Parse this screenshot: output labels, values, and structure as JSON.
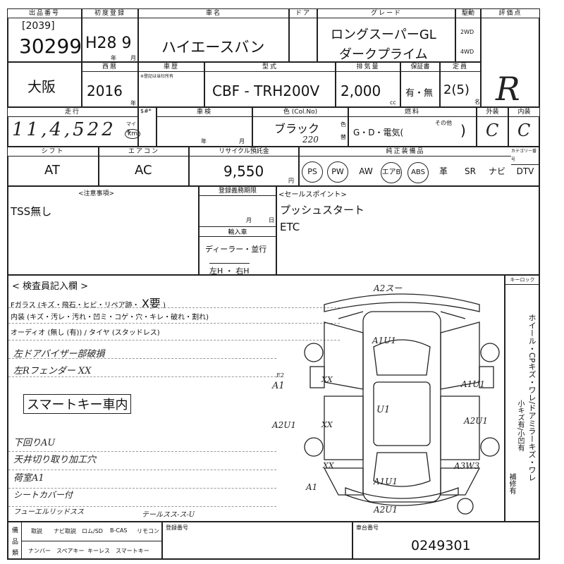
{
  "header": {
    "lot_label": "出品番号",
    "lot_sub": "[2039]",
    "lot_number": "30299",
    "first_reg_label": "初度登録",
    "first_reg": "H28 9",
    "year_unit": "年",
    "month_unit": "月",
    "model_name_label": "車名",
    "model_name": "ハイエースバン",
    "door_label": "ドア",
    "grade_label": "グレード",
    "grade_line1": "ロングスーパーGL",
    "grade_line2": "ダークプライム",
    "drive_label": "駆動",
    "drive_2wd": "2WD",
    "drive_4wd": "4WD",
    "score_label": "評価点",
    "score_value": "R"
  },
  "row2": {
    "region": "大阪",
    "western_label": "西暦",
    "western_year": "2016",
    "year_unit": "年",
    "history_label": "車歴",
    "history_note": "※登記は当社所有",
    "type_label": "型式",
    "type_value": "CBF - TRH200V",
    "displacement_label": "排気量",
    "displacement_value": "2,000",
    "cc": "cc",
    "warranty_label": "保証書",
    "warranty_value": "有・無",
    "capacity_label": "定員",
    "capacity_value": "2(5)",
    "capacity_unit": "名"
  },
  "row3": {
    "mileage_label": "走行",
    "mileage_value": "11,4,522",
    "mileage_unit": "km",
    "mile_unit": "マイル",
    "meter_label": "$#*",
    "inspection_label": "車検",
    "year_unit": "年",
    "month_unit": "月",
    "color_label": "色 (Col.No)",
    "color_value": "ブラック",
    "color_code": "220",
    "color_change_1": "色",
    "color_change_2": "替",
    "fuel_label": "燃料",
    "fuel_options": "G・D・電気(",
    "fuel_other_label": "その他",
    "fuel_close": ")",
    "exterior_label": "外装",
    "exterior_value": "C",
    "interior_label": "内装",
    "interior_value": "C"
  },
  "row4": {
    "shift_label": "シフト",
    "shift_value": "AT",
    "ac_label": "エアコン",
    "ac_value": "AC",
    "recycle_label": "リサイクル預託金",
    "recycle_value": "9,550",
    "recycle_unit": "円",
    "equipment_label": "純正装備品",
    "cat_label": "カテゴリー番号",
    "equipment": [
      "PS",
      "PW",
      "AW",
      "エアB",
      "ABS",
      "革",
      "SR",
      "ナビ",
      "DTV"
    ]
  },
  "notes": {
    "caution_label": "<注意事項>",
    "caution_value": "TSS無し",
    "reg_label": "登録義務期限",
    "month_unit": "月",
    "day_unit": "日",
    "import_label": "輸入車",
    "dealer": "ディーラー・並行",
    "handle": "左H ・ 右H",
    "sales_label": "<セールスポイント>",
    "sales_1": "プッシュスタート",
    "sales_2": "ETC"
  },
  "inspector": {
    "title": "< 検査員記入欄 >",
    "glass_line": "Fガラス (キズ・飛石・ヒビ・リペア跡・",
    "glass_mark": "X要",
    "glass_close": ")",
    "interior_line": "内装 (キズ・汚レ・汚れ・凹ミ・コゲ・穴・キレ・破れ・割れ)",
    "audio_line": "オーディオ (無し (有)) / タイヤ (スタッドレス)",
    "hw1": "左ドアバイザー部破損",
    "hw2": "左Rフェンダー XX",
    "smartkey": "スマートキー車内",
    "hw3": "下回りAU",
    "hw4": "天井切り取り加工穴",
    "hw5": "荷室A1",
    "hw6": "シートカバー付",
    "hw7": "フューエルリッドスス",
    "hw8": "テールスス-ス-U"
  },
  "diagram_marks": {
    "top": "A2スー",
    "front_roof": "A1U1",
    "left_front": "A1",
    "left_front_sup": "E2",
    "left_xx_1": "XX",
    "left_mid": "A2U1",
    "left_xx_2": "XX",
    "left_xx_3": "XX",
    "left_rear": "A1",
    "center": "U1",
    "right_front": "A1U1",
    "right_mid": "A2U1",
    "right_rear": "A3W3",
    "rear_roof": "A1U1",
    "bottom": "A2U1"
  },
  "right_column": {
    "keylock_label": "キーロック",
    "vertical_1": "ホイール・CPキズ・ワレ/ドアミラーキズ・ワレ",
    "vertical_2": "小キズ有/小凹有",
    "vertical_3": "補修有"
  },
  "footer": {
    "accessory_label_1": "備",
    "accessory_label_2": "品",
    "accessory_label_3": "類",
    "items_row1": [
      "取説",
      "ナビ取説",
      "ロム/SD",
      "B-CAS",
      "リモコン"
    ],
    "items_row2": [
      "ナンバー",
      "スペアキー",
      "キーレス",
      "スマートキー"
    ],
    "reg_number_label": "登録番号",
    "chassis_label": "車台番号",
    "chassis_value": "0249301"
  }
}
